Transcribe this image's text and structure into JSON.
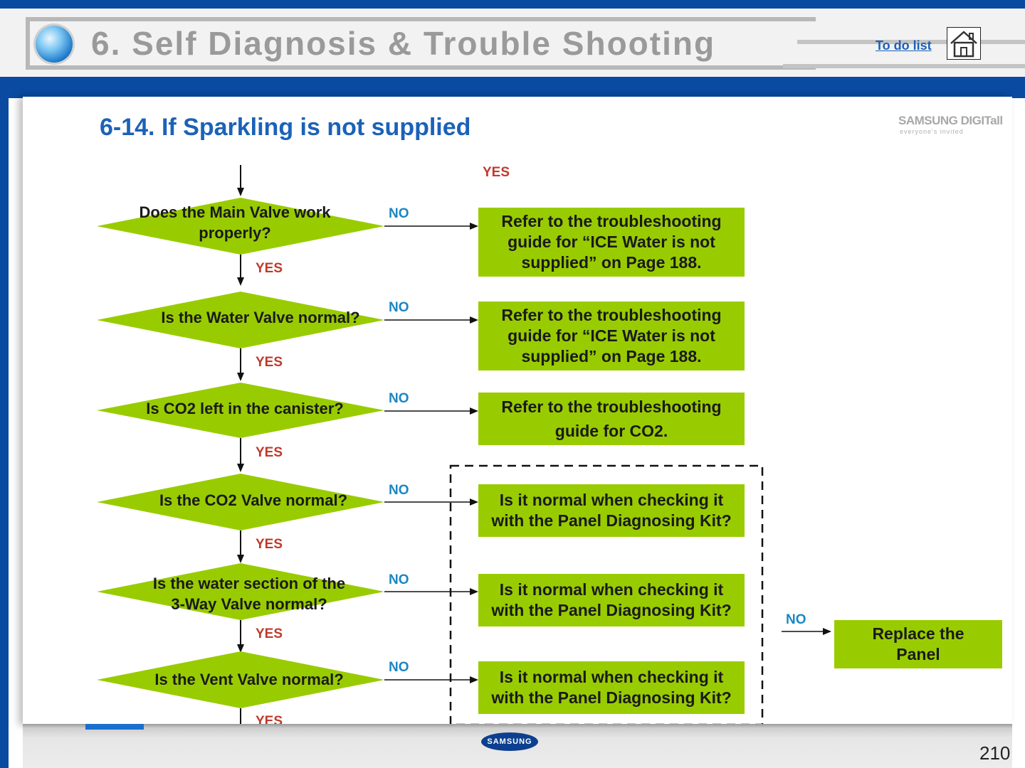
{
  "header": {
    "title": "6. Self Diagnosis & Trouble Shooting",
    "todo_link": "To do list"
  },
  "section_title": "6-14. If Sparkling is not supplied",
  "logo": {
    "text": "SAMSUNG DIGITall",
    "tagline": "everyone's invited"
  },
  "footer": {
    "logo": "SAMSUNG",
    "page_number": "210"
  },
  "flowchart": {
    "top_yes": "YES",
    "decisions": [
      {
        "lines": [
          "Does the Main Valve work",
          "properly?"
        ],
        "no": "NO",
        "yes": "YES"
      },
      {
        "lines": [
          "Is the Water Valve normal?"
        ],
        "no": "NO",
        "yes": "YES"
      },
      {
        "lines": [
          "Is CO2 left in the canister?"
        ],
        "no": "NO",
        "yes": "YES"
      },
      {
        "lines": [
          "Is the CO2 Valve normal?"
        ],
        "no": "NO",
        "yes": "YES"
      },
      {
        "lines": [
          "Is the water section of the",
          "3-Way Valve normal?"
        ],
        "no": "NO",
        "yes": "YES"
      },
      {
        "lines": [
          "Is the Vent Valve normal?"
        ],
        "no": "NO",
        "yes": "YES"
      }
    ],
    "results": [
      {
        "lines": [
          "Refer to the troubleshooting",
          "guide for “ICE Water is not",
          "supplied” on Page 188."
        ]
      },
      {
        "lines": [
          "Refer to the troubleshooting",
          "guide for “ICE Water is not",
          "supplied” on Page 188."
        ]
      },
      {
        "lines": [
          "Refer to the troubleshooting",
          "guide for CO2."
        ]
      },
      {
        "lines": [
          "Is it normal when checking it",
          "with the Panel Diagnosing Kit?"
        ]
      },
      {
        "lines": [
          "Is it normal when checking it",
          "with the Panel Diagnosing Kit?"
        ]
      },
      {
        "lines": [
          "Is it normal when checking it",
          "with the Panel Diagnosing Kit?"
        ]
      }
    ],
    "group_no": "NO",
    "final": {
      "lines": [
        "Replace the",
        "Panel"
      ]
    }
  },
  "colors": {
    "accent_blue": "#0a4aa0",
    "box_green": "#99cc00",
    "yes_red": "#c0392b",
    "no_blue": "#1b86c2"
  }
}
